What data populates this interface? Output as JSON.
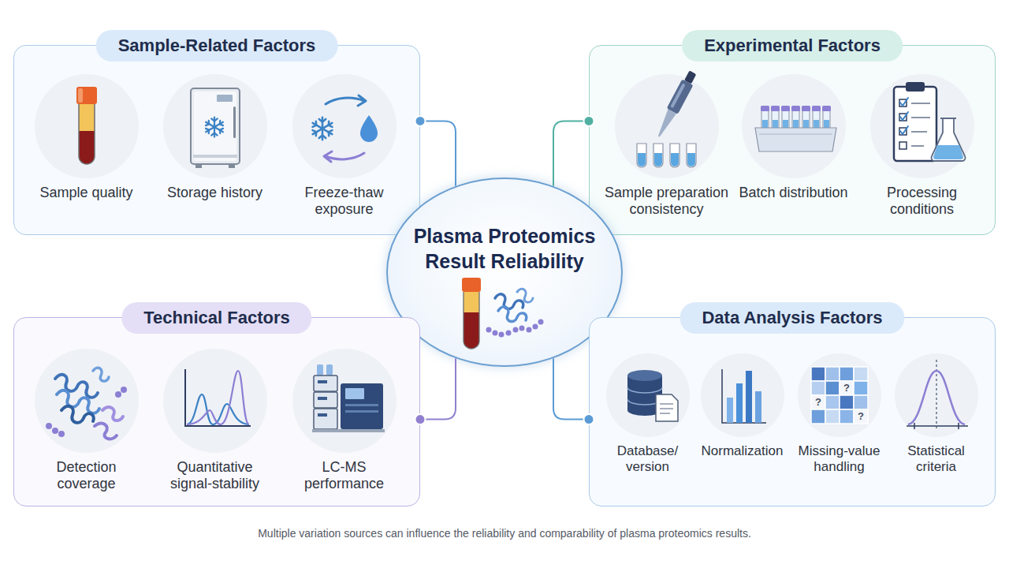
{
  "diagram": {
    "caption": "Multiple variation sources can influence the reliability and comparability of plasma proteomics results.",
    "nodes": [
      {
        "text": [
          "Sample-Related Factors"
        ]
      },
      {
        "text": [
          "Sample quality"
        ],
        "in": 0
      },
      {
        "text": [
          "Storage history"
        ],
        "in": 0
      },
      {
        "text": [
          "Freeze-thaw exposure"
        ],
        "in": 0
      },
      {
        "text": [
          "Experimental Factors"
        ]
      },
      {
        "text": [
          "Sample preparation consistency"
        ],
        "in": 4
      },
      {
        "text": [
          "Batch distribution"
        ],
        "in": 4
      },
      {
        "text": [
          "Processing conditions"
        ],
        "in": 4
      },
      {
        "text": [
          "Plasma Proteomics Result Reliability"
        ]
      },
      {
        "text": [
          "Technical Factors"
        ]
      },
      {
        "text": [
          "Detection coverage"
        ],
        "in": 9
      },
      {
        "text": [
          "Quantitative signal-stability"
        ],
        "in": 9
      },
      {
        "text": [
          "LC-MS performance"
        ],
        "in": 9
      },
      {
        "text": [
          "Data Analysis Factors"
        ]
      },
      {
        "text": [
          "Database/ version"
        ],
        "in": 13
      },
      {
        "text": [
          "Normalization"
        ],
        "in": 13
      },
      {
        "text": [
          "Missing-value handling"
        ],
        "in": 13
      },
      {
        "text": [
          "Statistical criteria"
        ],
        "in": 13
      }
    ],
    "edges": [
      {
        "from": 0,
        "to": 8,
        "arrow": "none"
      },
      {
        "from": 4,
        "to": 8,
        "arrow": "none"
      },
      {
        "from": 9,
        "to": 8,
        "arrow": "none"
      },
      {
        "from": 13,
        "to": 8,
        "arrow": "none"
      }
    ],
    "labels": [
      "?",
      "?",
      "?"
    ]
  }
}
